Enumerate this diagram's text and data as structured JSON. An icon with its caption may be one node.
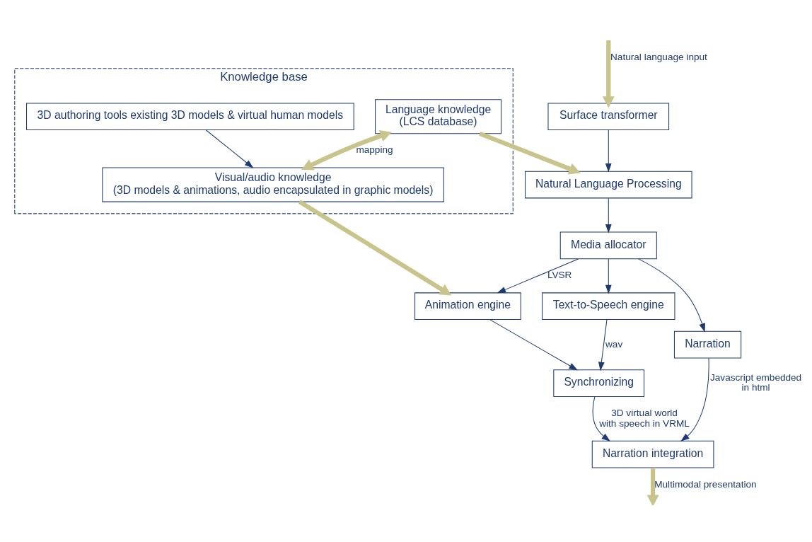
{
  "diagram": {
    "nodes": [
      {
        "text": [
          "Knowledge base"
        ]
      },
      {
        "text": [
          "Language knowledge",
          "(LCS database)"
        ],
        "in": 0
      },
      {
        "text": [
          "3D authoring tools existing 3D models & virtual human models"
        ],
        "in": 0
      },
      {
        "text": [
          "Visual/audio knowledge",
          "(3D models & animations, audio encapsulated in graphic models)"
        ],
        "in": 0
      },
      {
        "text": [
          "Surface transformer"
        ]
      },
      {
        "text": [
          "Natural Language Processing"
        ]
      },
      {
        "text": [
          "Media allocator"
        ]
      },
      {
        "text": [
          "Animation engine"
        ]
      },
      {
        "text": [
          "Text-to-Speech engine"
        ]
      },
      {
        "text": [
          "Narration"
        ]
      },
      {
        "text": [
          "Synchronizing"
        ]
      },
      {
        "text": [
          "Narration integration"
        ]
      }
    ],
    "edges": [
      {
        "from": null,
        "to": 4,
        "arrow": "to",
        "label": "Natural language input",
        "style": "thick",
        "color": "#c8c48c"
      },
      {
        "from": 4,
        "to": 5,
        "arrow": "to"
      },
      {
        "from": 1,
        "to": 5,
        "arrow": "to",
        "style": "thick",
        "color": "#c8c48c"
      },
      {
        "from": 5,
        "to": 6,
        "arrow": "to"
      },
      {
        "from": 6,
        "to": 7,
        "arrow": "to",
        "label": "LVSR"
      },
      {
        "from": 6,
        "to": 8,
        "arrow": "to"
      },
      {
        "from": 6,
        "to": 9,
        "arrow": "to"
      },
      {
        "from": 1,
        "to": 3,
        "arrow": "both",
        "label": "mapping",
        "style": "thick",
        "color": "#c8c48c"
      },
      {
        "from": 2,
        "to": 3,
        "arrow": "to"
      },
      {
        "from": 3,
        "to": 7,
        "arrow": "to",
        "style": "thick",
        "color": "#c8c48c"
      },
      {
        "from": 7,
        "to": 10,
        "arrow": "to"
      },
      {
        "from": 8,
        "to": 10,
        "arrow": "to",
        "label": "wav"
      },
      {
        "from": 10,
        "to": 11,
        "arrow": "to",
        "label": "3D virtual world with speech in VRML"
      },
      {
        "from": 9,
        "to": 11,
        "arrow": "to",
        "label": "Javascript embedded in html"
      },
      {
        "from": 11,
        "to": null,
        "arrow": "to",
        "label": "Multimodal presentation",
        "style": "thick",
        "color": "#c8c48c"
      }
    ]
  }
}
